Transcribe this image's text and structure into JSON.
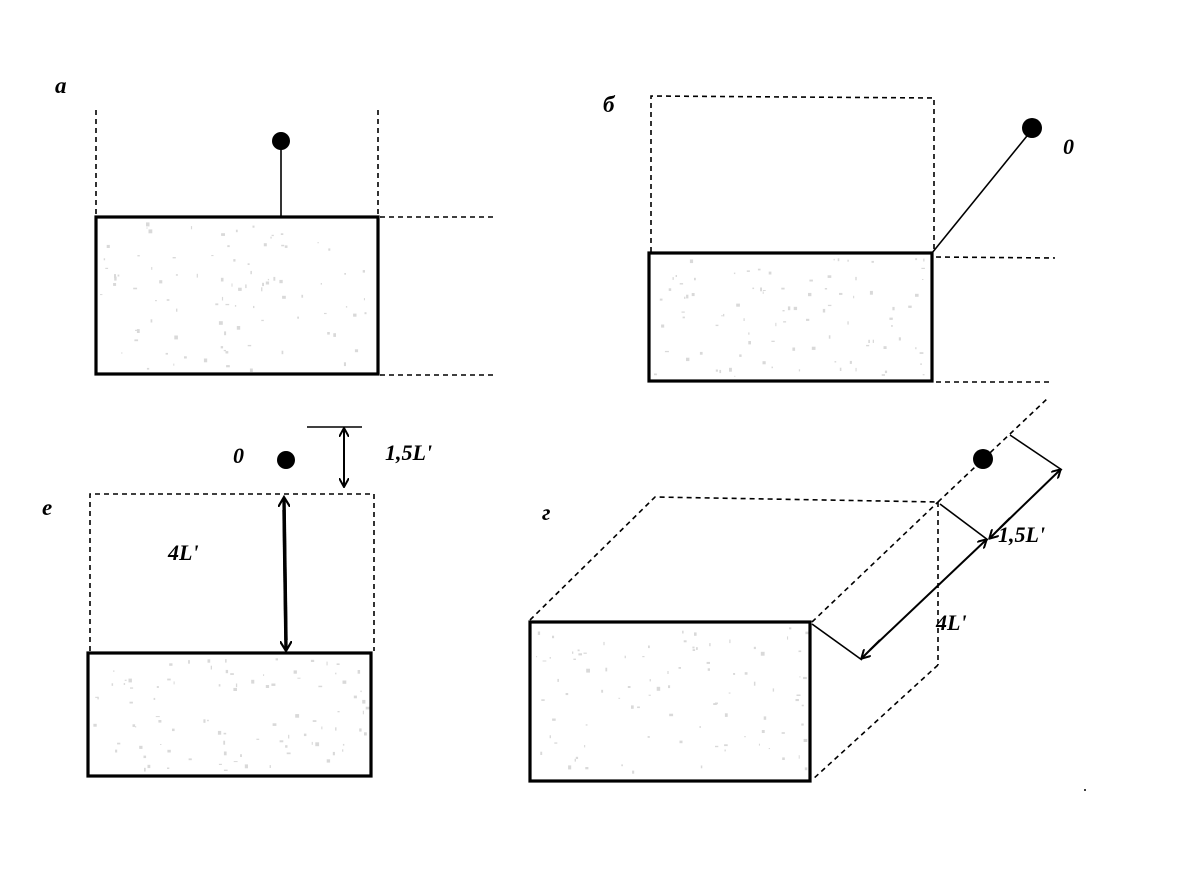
{
  "panels": {
    "a": {
      "label": "а"
    },
    "b": {
      "label": "б",
      "point_label": "0"
    },
    "v": {
      "label": "е",
      "point_label": "0",
      "gap_label": "1,5L'",
      "height_label": "4L'"
    },
    "g": {
      "label": "г",
      "gap_label": "1,5L'",
      "depth_label": "4L'"
    }
  },
  "colors": {
    "ink": "#000000",
    "fill_speckle": "#d9d9d9",
    "background": "#ffffff"
  }
}
